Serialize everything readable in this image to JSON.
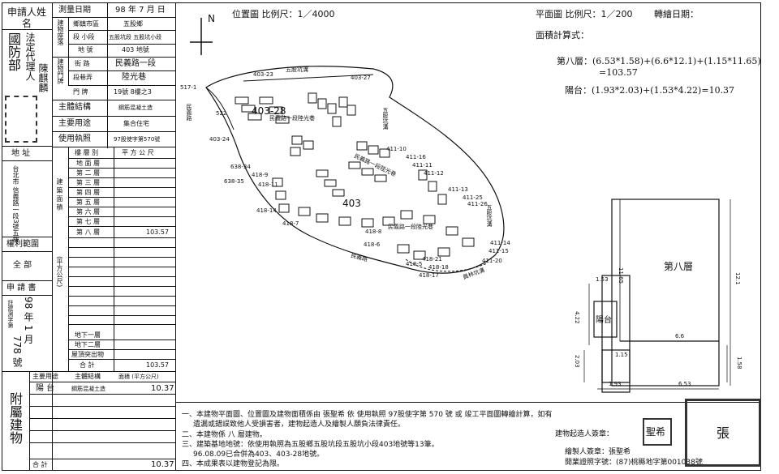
{
  "left_table": {
    "applicant_label": "申請人姓名",
    "legal_rep_label": "法定代理人",
    "country_label": "國防部",
    "rep_name": "陳麒麟",
    "survey_date_label": "測量日期",
    "survey_date_value": "98 年 7 月 日",
    "building_loc_label": "建物座落",
    "township_label": "鄉鎮市區",
    "township_value": "五股鄉",
    "section_label": "段 小段",
    "section_value": "五股坑段 五股坑小段",
    "lot_label": "地 號",
    "lot_value": "403 地號",
    "door_label": "建物門牌",
    "street_label": "街 路",
    "street_value": "民義路一段",
    "lane_label": "段巷弄",
    "lane_value": "陸光巷",
    "number_label": "門 牌",
    "number_value": "19號 8樓之3",
    "structure_label": "主體結構",
    "structure_value": "鋼筋混凝土造",
    "use_label": "主要用途",
    "use_value": "集合住宅",
    "permit_label": "使用執照",
    "permit_value": "97股使字第570號",
    "address_label": "地 址",
    "address_value": "台北市 信義路一段3號五樓",
    "floor_header": "樓 層 別",
    "area_header": "平 方 公 尺",
    "area_side_label": "建 築 面 積",
    "unit_side_label": "(平方公尺)",
    "floors": [
      {
        "name": "地 面 層",
        "area": ""
      },
      {
        "name": "第 二 層",
        "area": ""
      },
      {
        "name": "第 三 層",
        "area": ""
      },
      {
        "name": "第 四 層",
        "area": ""
      },
      {
        "name": "第 五 層",
        "area": ""
      },
      {
        "name": "第 六 層",
        "area": ""
      },
      {
        "name": "第 七 層",
        "area": ""
      },
      {
        "name": "第 八 層",
        "area": "103.57"
      }
    ],
    "rights_label": "權利範圍",
    "rights_value": "全 部",
    "app_doc_label": "申 請 書",
    "app_doc_side": "註建測字第",
    "app_doc_year": "98 年 1 月",
    "app_doc_num": "778 號",
    "basement": [
      {
        "name": "地下一層",
        "area": ""
      },
      {
        "name": "地下二層",
        "area": ""
      },
      {
        "name": "屋頂突出物",
        "area": ""
      }
    ],
    "total_label": "合 計",
    "total_value": "103.57",
    "annex_label": "附屬建物",
    "annex_use_header": "主要用途",
    "annex_struct_header": "主體結構",
    "annex_area_header": "面積 (平方公尺)",
    "annex_use": "陽 台",
    "annex_struct": "鋼筋混凝土造",
    "annex_area": "10.37",
    "annex_total_label": "合 計",
    "annex_total": "10.37"
  },
  "location_map": {
    "title": "位置圖 比例尺：1／4000",
    "north": "N",
    "labels": [
      "403-23",
      "403-27",
      "五股坑溝",
      "517-1",
      "403-28",
      "522",
      "民義路一段陸光巷",
      "403-24",
      "638-34",
      "638-35",
      "418-9",
      "418-11",
      "418-14",
      "418-7",
      "411-10",
      "411-16",
      "411-11",
      "411-12",
      "411-13",
      "411-25",
      "411-26",
      "403",
      "民義路一段陸光巷",
      "418-6",
      "418-21",
      "418-18",
      "418-17",
      "411-14",
      "411-15",
      "411-20",
      "民義路",
      "五股坑溝",
      "員林坑溝",
      "民義路",
      "五股坑溝",
      "418-5",
      "民義路一段陸光巷",
      "418-8"
    ]
  },
  "floor_plan": {
    "title": "平面圖 比例尺：1／200",
    "transfer_date_label": "轉繪日期：",
    "calc_label": "面積計算式：",
    "calc_line1": "第八層：(6.53*1.58)+(6.6*12.1)+(1.15*11.65)",
    "calc_line1b": "=103.57",
    "calc_line2": "陽台：(1.93*2.03)+(1.53*4.22)=10.37",
    "room_label": "第八層",
    "balcony_label": "陽台",
    "dims": {
      "d153": "1.53",
      "d1165": "11.65",
      "d121": "12.1",
      "d422": "4.22",
      "d66": "6.6",
      "d115": "1.15",
      "d203": "2.03",
      "d158": "1.58",
      "d193": "1.93",
      "d653": "6.53"
    }
  },
  "notes": [
    "一、本建物平面圖、位置圖及建物面積係由 張聖希 依 使用執照 97股使字第 570 號 或 竣工平面圖轉繪計算，如有",
    "遺漏或錯誤致他人受損害者，建物起造人及繪製人願負法律責任。",
    "二、本建物係 八 層建物。",
    "三、建築基地地號：依使用執照為五股鄉五股坑段五股坑小段403地號等13筆。",
    "96.08.09已合併為403、403-28地號。",
    "四、本成果表以建物登記為限。"
  ],
  "signatures": {
    "builder_label": "建物起造人簽章：",
    "drawer_label": "繪製人簽章：張聖希",
    "license_label": "開業證照字號：(87)桃縣地字第001038號",
    "seal_text": "聖希",
    "seal_text2": "張"
  }
}
